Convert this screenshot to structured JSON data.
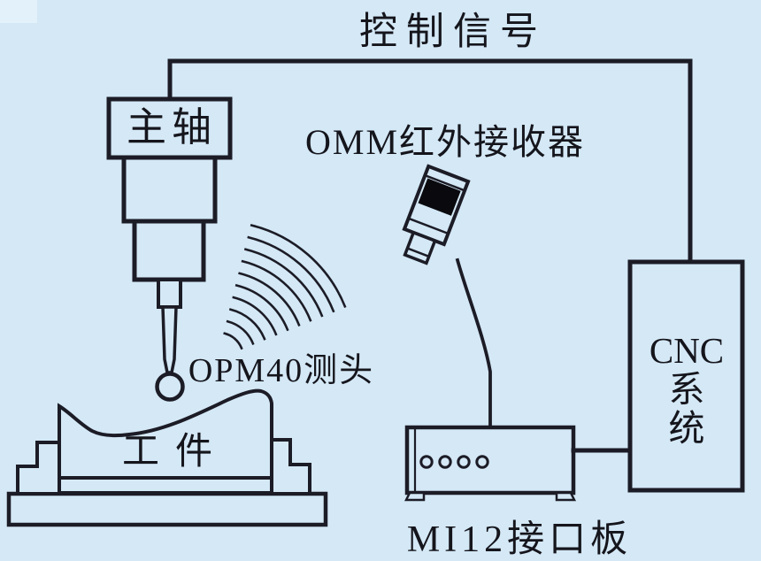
{
  "colors": {
    "background": "#d4e8f6",
    "line": "#1c1c26",
    "text": "#15151c",
    "receiver_window": "#0a0a0e"
  },
  "diagram": {
    "control_signal": {
      "label": "控制信号"
    },
    "spindle": {
      "label": "主轴"
    },
    "receiver": {
      "label": "OMM红外接收器"
    },
    "probe": {
      "label": "OPM40测头"
    },
    "workpiece": {
      "label": "工件"
    },
    "cnc": {
      "label": "CNC系统",
      "lines": [
        "CNC",
        "系",
        "统"
      ]
    },
    "interface_board": {
      "label": "MI12接口板",
      "led_count": 4
    },
    "connections": [
      {
        "from": "主轴",
        "to": "CNC系统",
        "label": "控制信号",
        "type": "wire"
      },
      {
        "from": "OPM40测头",
        "to": "OMM红外接收器",
        "type": "infrared-waves"
      },
      {
        "from": "OMM红外接收器",
        "to": "MI12接口板",
        "type": "cable"
      },
      {
        "from": "MI12接口板",
        "to": "CNC系统",
        "type": "wire"
      }
    ]
  }
}
